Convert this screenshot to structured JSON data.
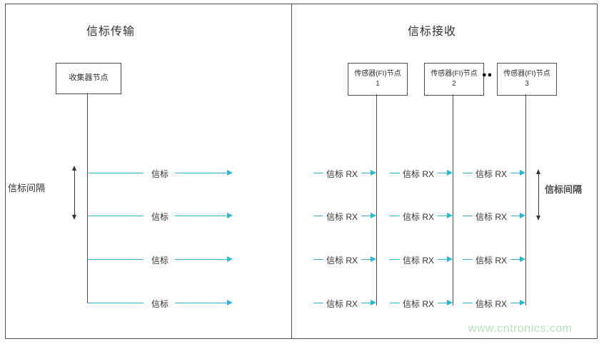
{
  "panels": {
    "left": {
      "title": "信标传输",
      "node_label": "收集器节点",
      "interval_label": "信标间隔",
      "beacons": [
        "信标",
        "信标",
        "信标",
        "信标"
      ]
    },
    "right": {
      "title": "信标接收",
      "nodes": [
        {
          "title": "传感器(FI)节点",
          "num": "1"
        },
        {
          "title": "传感器(FI)节点",
          "num": "2"
        },
        {
          "title": "传感器(FI)节点",
          "num": "3"
        }
      ],
      "ellipsis": "●●",
      "interval_label": "信标间隔",
      "rx_label": "信标 RX"
    }
  },
  "watermark": "www.cntronics.com",
  "colors": {
    "arrow": "#29b8d0",
    "line": "#505050",
    "text": "#333333",
    "watermark": "#b7e3b4"
  }
}
